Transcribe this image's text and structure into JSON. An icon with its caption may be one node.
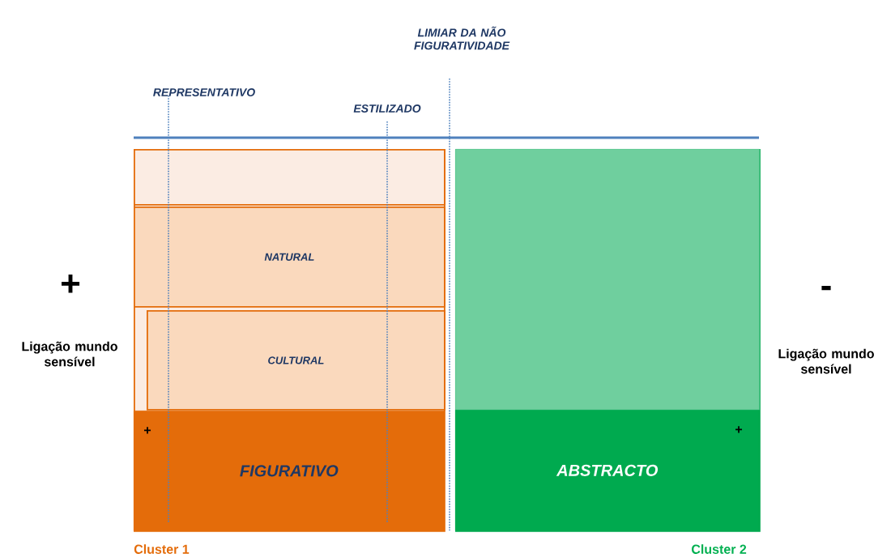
{
  "diagram": {
    "nodes": [
      {
        "text": [],
        "shape": "box",
        "beside": [
          "Cluster 1"
        ]
      },
      {
        "text": [],
        "shape": "box",
        "in": 0
      },
      {
        "text": [
          "NATURAL"
        ],
        "in": 0
      },
      {
        "text": [
          "CULTURAL"
        ],
        "in": 0
      },
      {
        "text": [
          "+",
          "FIGURATIVO"
        ],
        "in": 0
      },
      {
        "text": [],
        "shape": "box",
        "beside": [
          "Cluster 2"
        ]
      },
      {
        "text": [],
        "shape": "box",
        "in": 5
      },
      {
        "text": [
          "ABSTRACTO",
          "+"
        ],
        "in": 5
      }
    ],
    "edges": [],
    "labels": [
      "LIMIAR DA NÃO FIGURATIVIDADE",
      "REPRESENTATIVO",
      "ESTILIZADO",
      "+",
      "-",
      "Ligação mundo sensível",
      "Ligação mundo sensível"
    ]
  }
}
